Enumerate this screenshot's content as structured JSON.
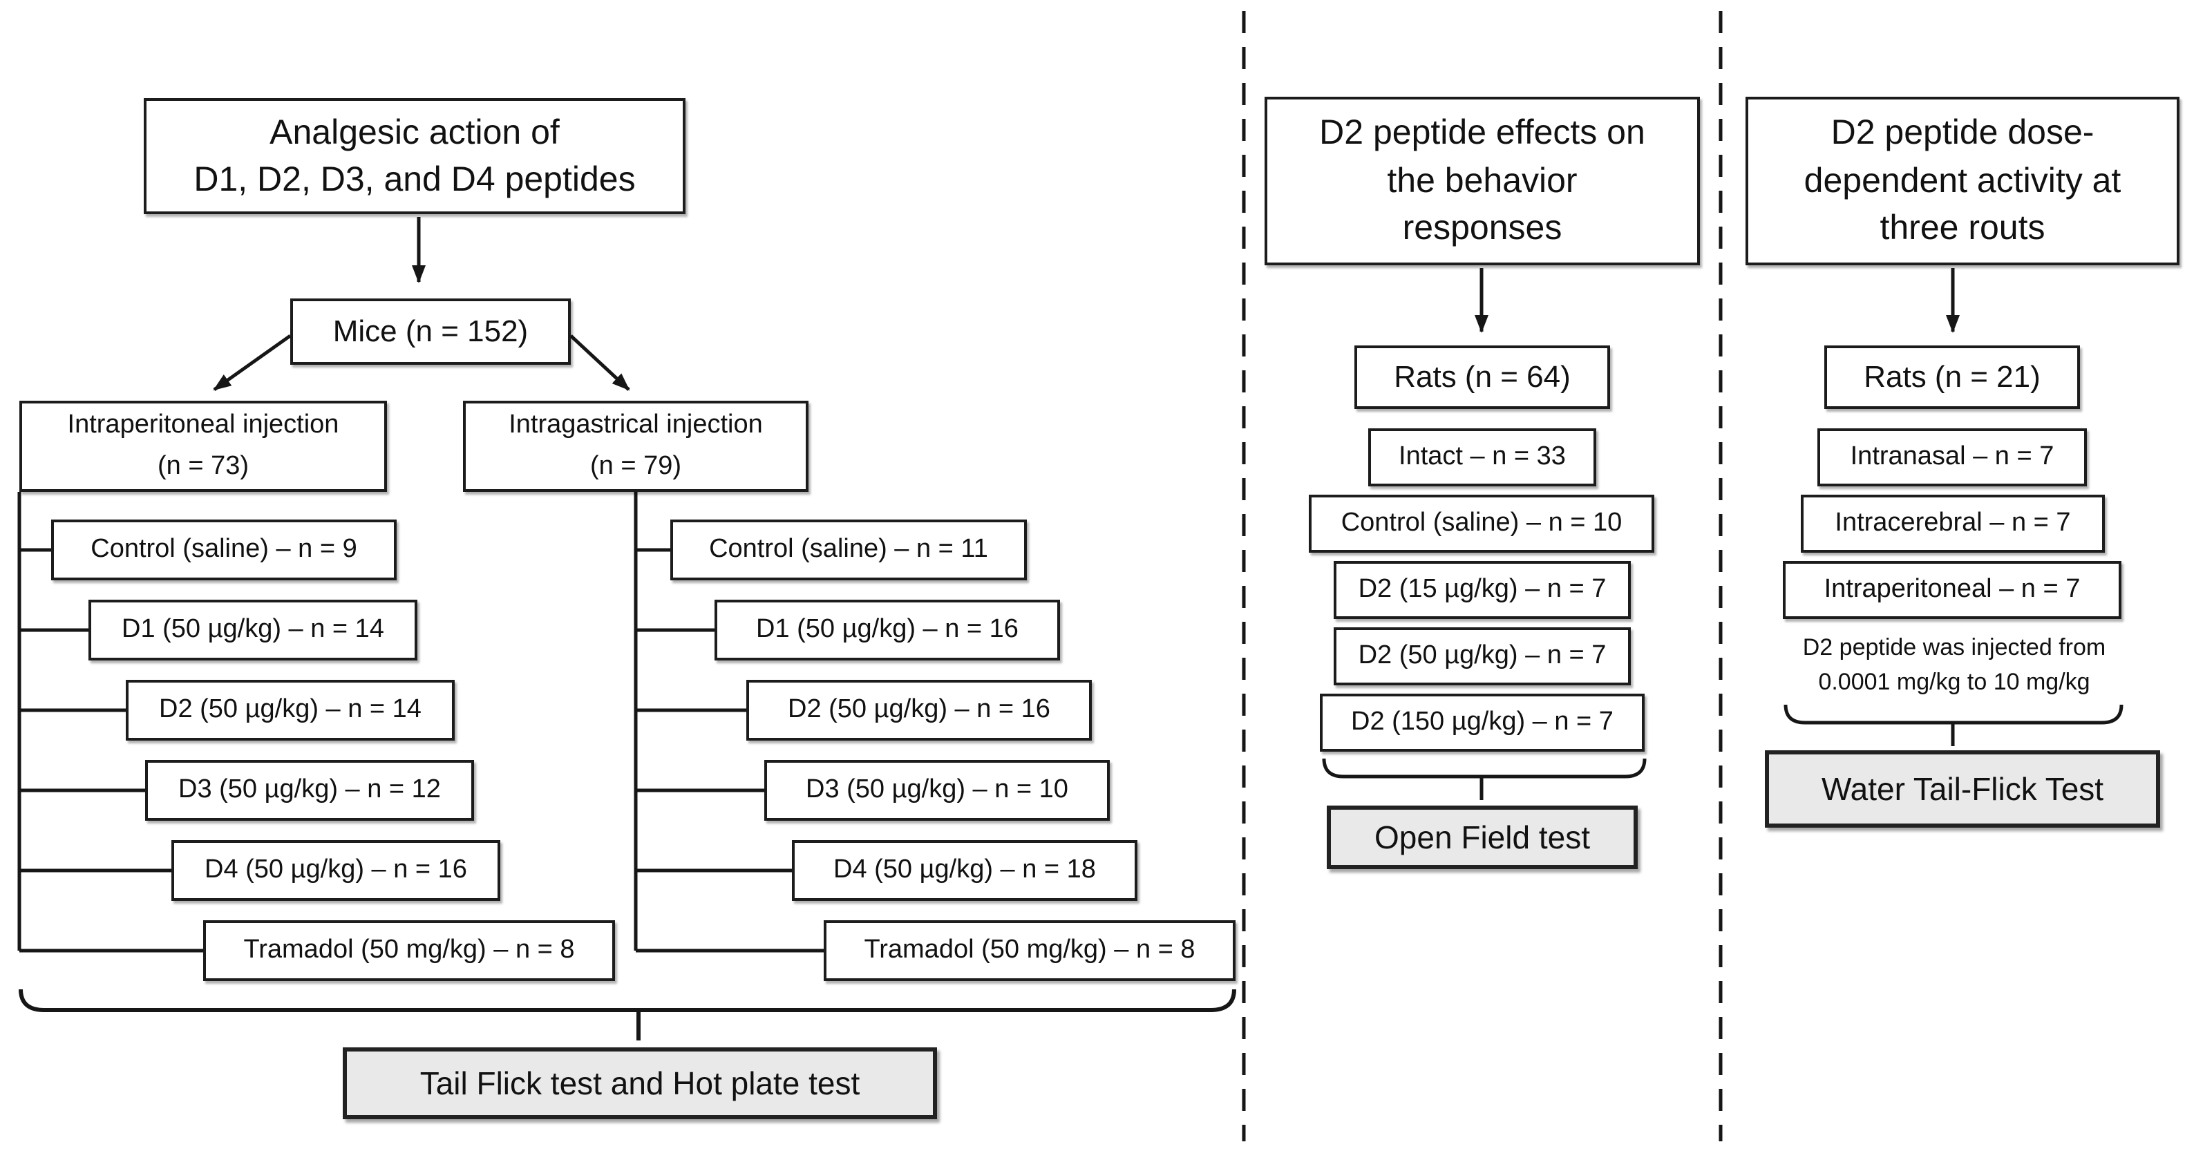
{
  "figure": {
    "left": {
      "title_lines": [
        "Analgesic action of",
        "D1, D2, D3, and D4 peptides"
      ],
      "population": "Mice (n = 152)",
      "branches": [
        {
          "title_lines": [
            "Intraperitoneal injection",
            "(n = 73)"
          ],
          "groups": [
            "Control (saline) – n = 9",
            "D1 (50 µg/kg) – n = 14",
            "D2 (50 µg/kg) – n = 14",
            "D3 (50 µg/kg) – n = 12",
            "D4 (50 µg/kg) – n = 16",
            "Tramadol (50 mg/kg) – n = 8"
          ]
        },
        {
          "title_lines": [
            "Intragastrical injection",
            "(n = 79)"
          ],
          "groups": [
            "Control (saline) – n = 11",
            "D1 (50 µg/kg) – n = 16",
            "D2 (50 µg/kg) – n = 16",
            "D3 (50 µg/kg) – n = 10",
            "D4 (50 µg/kg) – n = 18",
            "Tramadol (50 mg/kg) – n = 8"
          ]
        }
      ],
      "outcome": "Tail Flick test and Hot plate test"
    },
    "middle": {
      "title_lines": [
        "D2 peptide effects on",
        "the behavior",
        "responses"
      ],
      "population": "Rats (n = 64)",
      "groups": [
        "Intact – n = 33",
        "Control (saline) – n = 10",
        "D2 (15 µg/kg) – n = 7",
        "D2 (50 µg/kg) – n = 7",
        "D2 (150 µg/kg) – n = 7"
      ],
      "outcome": "Open Field test"
    },
    "right": {
      "title_lines": [
        "D2 peptide dose-",
        "dependent activity at",
        "three routs"
      ],
      "population": "Rats (n = 21)",
      "groups": [
        "Intranasal – n = 7",
        "Intracerebral – n = 7",
        "Intraperitoneal – n = 7"
      ],
      "note_lines": [
        "D2 peptide was injected from",
        "0.0001 mg/kg to 10 mg/kg"
      ],
      "outcome": "Water Tail-Flick Test"
    }
  },
  "colors": {
    "box_border": "#1c1c1c",
    "box_fill": "#ffffff",
    "outcome_fill": "#e9e9e9",
    "line": "#161616",
    "text": "#111111"
  }
}
